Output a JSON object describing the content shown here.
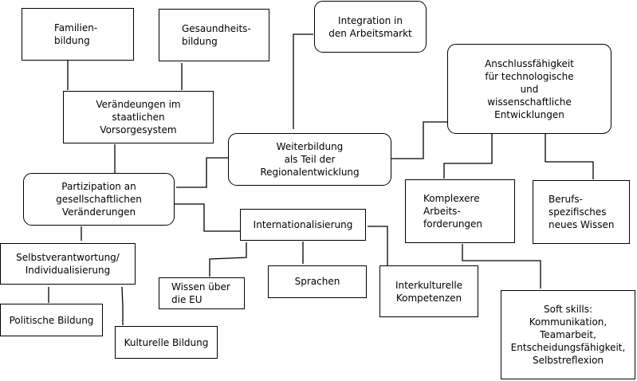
{
  "diagram": {
    "nodes": [
      {
        "id": "familienbildung",
        "label": "Familien-\nbildung",
        "shape": "rect"
      },
      {
        "id": "gesundheitsbildung",
        "label": "Gesaundheits-\nbildung",
        "shape": "rect"
      },
      {
        "id": "integration",
        "label": "Integration in\nden Arbeitsmarkt",
        "shape": "rounded"
      },
      {
        "id": "anschluss",
        "label": "Anschlussfähigkeit\nfür technologische\nund\nwissenschaftliche\nEntwicklungen",
        "shape": "rounded"
      },
      {
        "id": "vorsorge",
        "label": "Verändeungen im\nstaatlichen\nVorsorgesystem",
        "shape": "rect"
      },
      {
        "id": "weiterbildung",
        "label": "Weiterbildung\nals Teil der\nRegionalentwicklung",
        "shape": "rounded"
      },
      {
        "id": "partizipation",
        "label": "Partizipation an\ngesellschaftlichen\nVeränderungen",
        "shape": "rounded"
      },
      {
        "id": "internationalisierung",
        "label": "Internationalisierung",
        "shape": "rect"
      },
      {
        "id": "komplexere",
        "label": "Komplexere\nArbeits-\nforderungen",
        "shape": "rect"
      },
      {
        "id": "berufs",
        "label": "Berufs-\nspezifisches\nneues Wissen",
        "shape": "rect"
      },
      {
        "id": "selbstverantwortung",
        "label": "Selbstverantwortung/\nIndividualisierung",
        "shape": "rect"
      },
      {
        "id": "wissen_eu",
        "label": "Wissen über\ndie EU",
        "shape": "rect"
      },
      {
        "id": "sprachen",
        "label": "Sprachen",
        "shape": "rect"
      },
      {
        "id": "interkulturelle",
        "label": "Interkulturelle\nKompetenzen",
        "shape": "rect"
      },
      {
        "id": "politische",
        "label": "Politische Bildung",
        "shape": "rect"
      },
      {
        "id": "kulturelle",
        "label": "Kulturelle Bildung",
        "shape": "rect"
      },
      {
        "id": "softskills",
        "label": "Soft skills:\nKommunikation,\nTeamarbeit,\nEntscheidungsfähigkeit,\nSelbstreflexion",
        "shape": "rect"
      }
    ],
    "edges": [
      [
        "familienbildung",
        "vorsorge"
      ],
      [
        "gesundheitsbildung",
        "vorsorge"
      ],
      [
        "vorsorge",
        "partizipation"
      ],
      [
        "integration",
        "weiterbildung"
      ],
      [
        "weiterbildung",
        "anschluss"
      ],
      [
        "weiterbildung",
        "partizipation"
      ],
      [
        "partizipation",
        "internationalisierung"
      ],
      [
        "partizipation",
        "selbstverantwortung"
      ],
      [
        "anschluss",
        "komplexere"
      ],
      [
        "anschluss",
        "berufs"
      ],
      [
        "internationalisierung",
        "wissen_eu"
      ],
      [
        "internationalisierung",
        "sprachen"
      ],
      [
        "internationalisierung",
        "interkulturelle"
      ],
      [
        "komplexere",
        "softskills"
      ],
      [
        "selbstverantwortung",
        "politische"
      ],
      [
        "selbstverantwortung",
        "kulturelle"
      ]
    ]
  }
}
